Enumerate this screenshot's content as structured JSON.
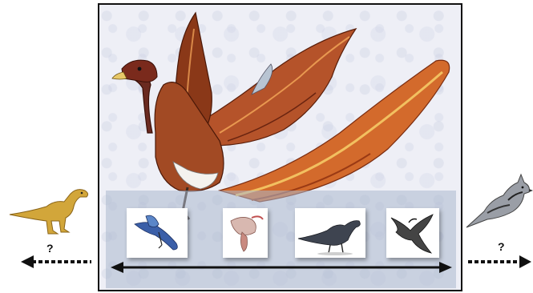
{
  "left_side": {
    "question": "?"
  },
  "right_side": {
    "question": "?"
  },
  "colors": {
    "frame_border": "#111111",
    "panel": "#aab8ce",
    "arrow": "#111111",
    "bird_plumage": "#b5532a",
    "dinosaur": "#d2a63a"
  },
  "icons": [
    "feathered-dinosaur-illustration",
    "small-dinosaur-icon",
    "jay-bird-icon",
    "blue-feathered-dinosaur-thumbnail",
    "pale-feathered-dinosaur-thumbnail",
    "dark-feathered-dinosaur-thumbnail",
    "sketched-bird-thumbnail"
  ]
}
